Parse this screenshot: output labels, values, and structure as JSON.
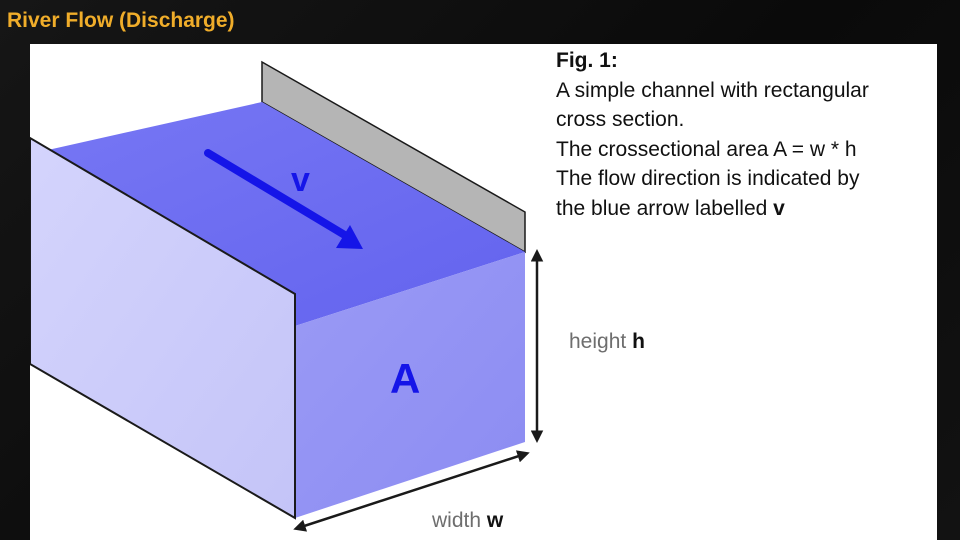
{
  "slide": {
    "title": "River Flow (Discharge)"
  },
  "caption": {
    "fig_label": "Fig. 1:",
    "line1": "A simple channel with rectangular",
    "line2": "cross section.",
    "line3": "The crossectional area A = w * h",
    "line4": "The flow direction is indicated by",
    "line5_text": "the blue arrow labelled ",
    "line5_bold": "v"
  },
  "diagram": {
    "velocity_label": "v",
    "area_label": "A",
    "height_text": "height ",
    "height_symbol": "h",
    "width_text": "width ",
    "width_symbol": "w"
  },
  "colors": {
    "title": "#f0ad2a",
    "water_surface": "#6b6bf2",
    "water_front": "#9696f4",
    "left_bank": "#cdcdfb",
    "right_bank": "#b4b4b4",
    "arrow": "#1515e8"
  }
}
